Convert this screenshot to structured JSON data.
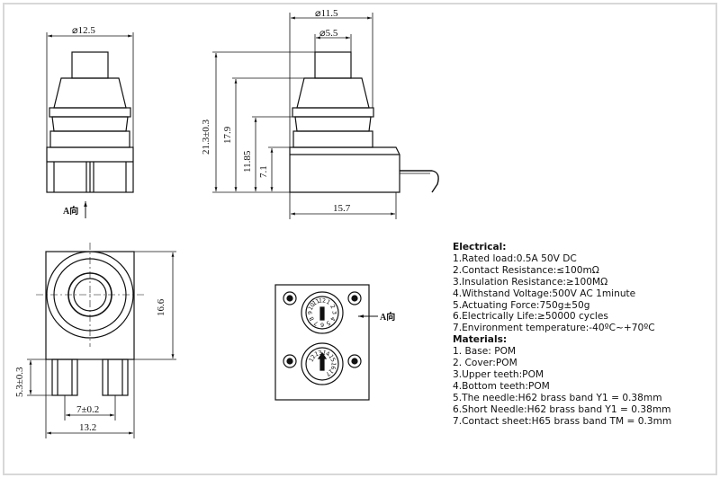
{
  "dimensions": {
    "front_width": "⌀12.5",
    "side_width_outer": "⌀11.5",
    "side_width_inner": "⌀5.5",
    "height_total": "21.3±0.3",
    "height_mid": "17.9",
    "height_body": "11.85",
    "height_base": "7.1",
    "side_base_width": "15.7",
    "bottom_height": "16.6",
    "pin_height": "5.3±0.3",
    "pin_pitch": "7±0.2",
    "bottom_width": "13.2"
  },
  "view_label_front": "A向",
  "view_label_dial": "A向",
  "dial_top_numbers": [
    "12",
    "1",
    "2",
    "3",
    "4",
    "5",
    "6",
    "7",
    "8",
    "9",
    "10",
    "11"
  ],
  "dial_bottom_numbers": [
    "12",
    "13",
    "14",
    "15",
    "16",
    "17"
  ],
  "electrical": {
    "title": "Electrical:",
    "items": [
      "1.Rated load:0.5A 50V DC",
      "2.Contact Resistance:≤100mΩ",
      "3.Insulation Resistance:≥100MΩ",
      "4.Withstand Voltage:500V AC 1minute",
      "5.Actuating Force:750g±50g",
      "6.Electrically Life:≥50000 cycles",
      "7.Environment temperature:-40ºC~+70ºC"
    ]
  },
  "materials": {
    "title": "Materials:",
    "items": [
      "1. Base: POM",
      "2. Cover:POM",
      "3.Upper teeth:POM",
      "4.Bottom teeth:POM",
      "5.The needle:H62 brass band Y1 = 0.38mm",
      "6.Short Needle:H62 brass band Y1 = 0.38mm",
      "7.Contact sheet:H65 brass band TM = 0.3mm"
    ]
  },
  "colors": {
    "line": "#111111",
    "frame": "#cfcfcf",
    "background": "#ffffff"
  }
}
